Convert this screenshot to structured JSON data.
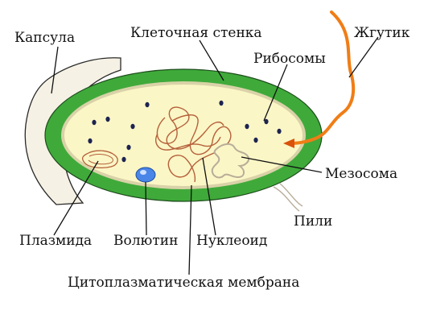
{
  "labels": {
    "capsule": "Капсула",
    "cell_wall": "Клеточная стенка",
    "flagellum": "Жгутик",
    "ribosomes": "Рибосомы",
    "mesosome": "Мезосома",
    "pili": "Пили",
    "plasmid": "Плазмида",
    "volutin": "Волютин",
    "nucleoid": "Нуклеоид",
    "cytoplasmic_membrane": "Цитоплазматическая мембрана"
  },
  "colors": {
    "cell_wall": "#3faa3a",
    "cytoplasm": "#fbf6c6",
    "capsule": "#f6f1e5",
    "membrane": "#d9d2a8",
    "flagellum": "#f07d16",
    "dna": "#b5603a",
    "volutin": "#4a86e8",
    "ribosome": "#1d2451",
    "pili": "#b8ad98",
    "label_line": "#111111"
  },
  "icons": {
    "ribosome": "dot",
    "volutin": "blue-granule"
  }
}
